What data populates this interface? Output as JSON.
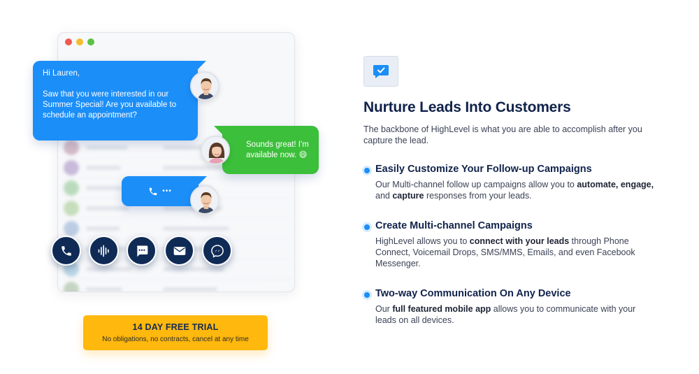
{
  "chat": {
    "message_greeting": "Hi Lauren,",
    "message_body": "Saw that you were interested in our Summer Special! Are you available to schedule an appointment?",
    "reply": "Sounds great! I'm available now. 😄",
    "call_dots": "•••"
  },
  "channels": [
    {
      "name": "phone"
    },
    {
      "name": "voicemail"
    },
    {
      "name": "sms"
    },
    {
      "name": "email"
    },
    {
      "name": "messenger"
    }
  ],
  "trial": {
    "title": "14 DAY FREE TRIAL",
    "subtitle": "No obligations, no contracts, cancel at any time"
  },
  "headline": "Nurture Leads Into Customers",
  "intro": "The backbone of HighLevel is what you are able to accomplish after you capture the lead.",
  "features": [
    {
      "title": "Easily Customize Your Follow-up Campaigns",
      "body_parts": [
        "Our Multi-channel follow up campaigns allow you to ",
        "automate, engage,",
        " and ",
        "capture",
        " responses from your leads."
      ]
    },
    {
      "title": "Create Multi-channel Campaigns",
      "body_parts": [
        "HighLevel allows you to ",
        "connect with your leads",
        " through Phone Connect, Voicemail Drops, SMS/MMS, Emails, and even Facebook Messenger."
      ]
    },
    {
      "title": "Two-way Communication On Any Device",
      "body_parts": [
        "Our ",
        "full featured mobile app",
        " allows you to communicate with your leads on all devices."
      ]
    }
  ],
  "colors": {
    "brand_blue": "#1b8ef8",
    "navy": "#10234a",
    "green_bubble": "#3cbf3a",
    "trial_yellow": "#ffb80d"
  }
}
